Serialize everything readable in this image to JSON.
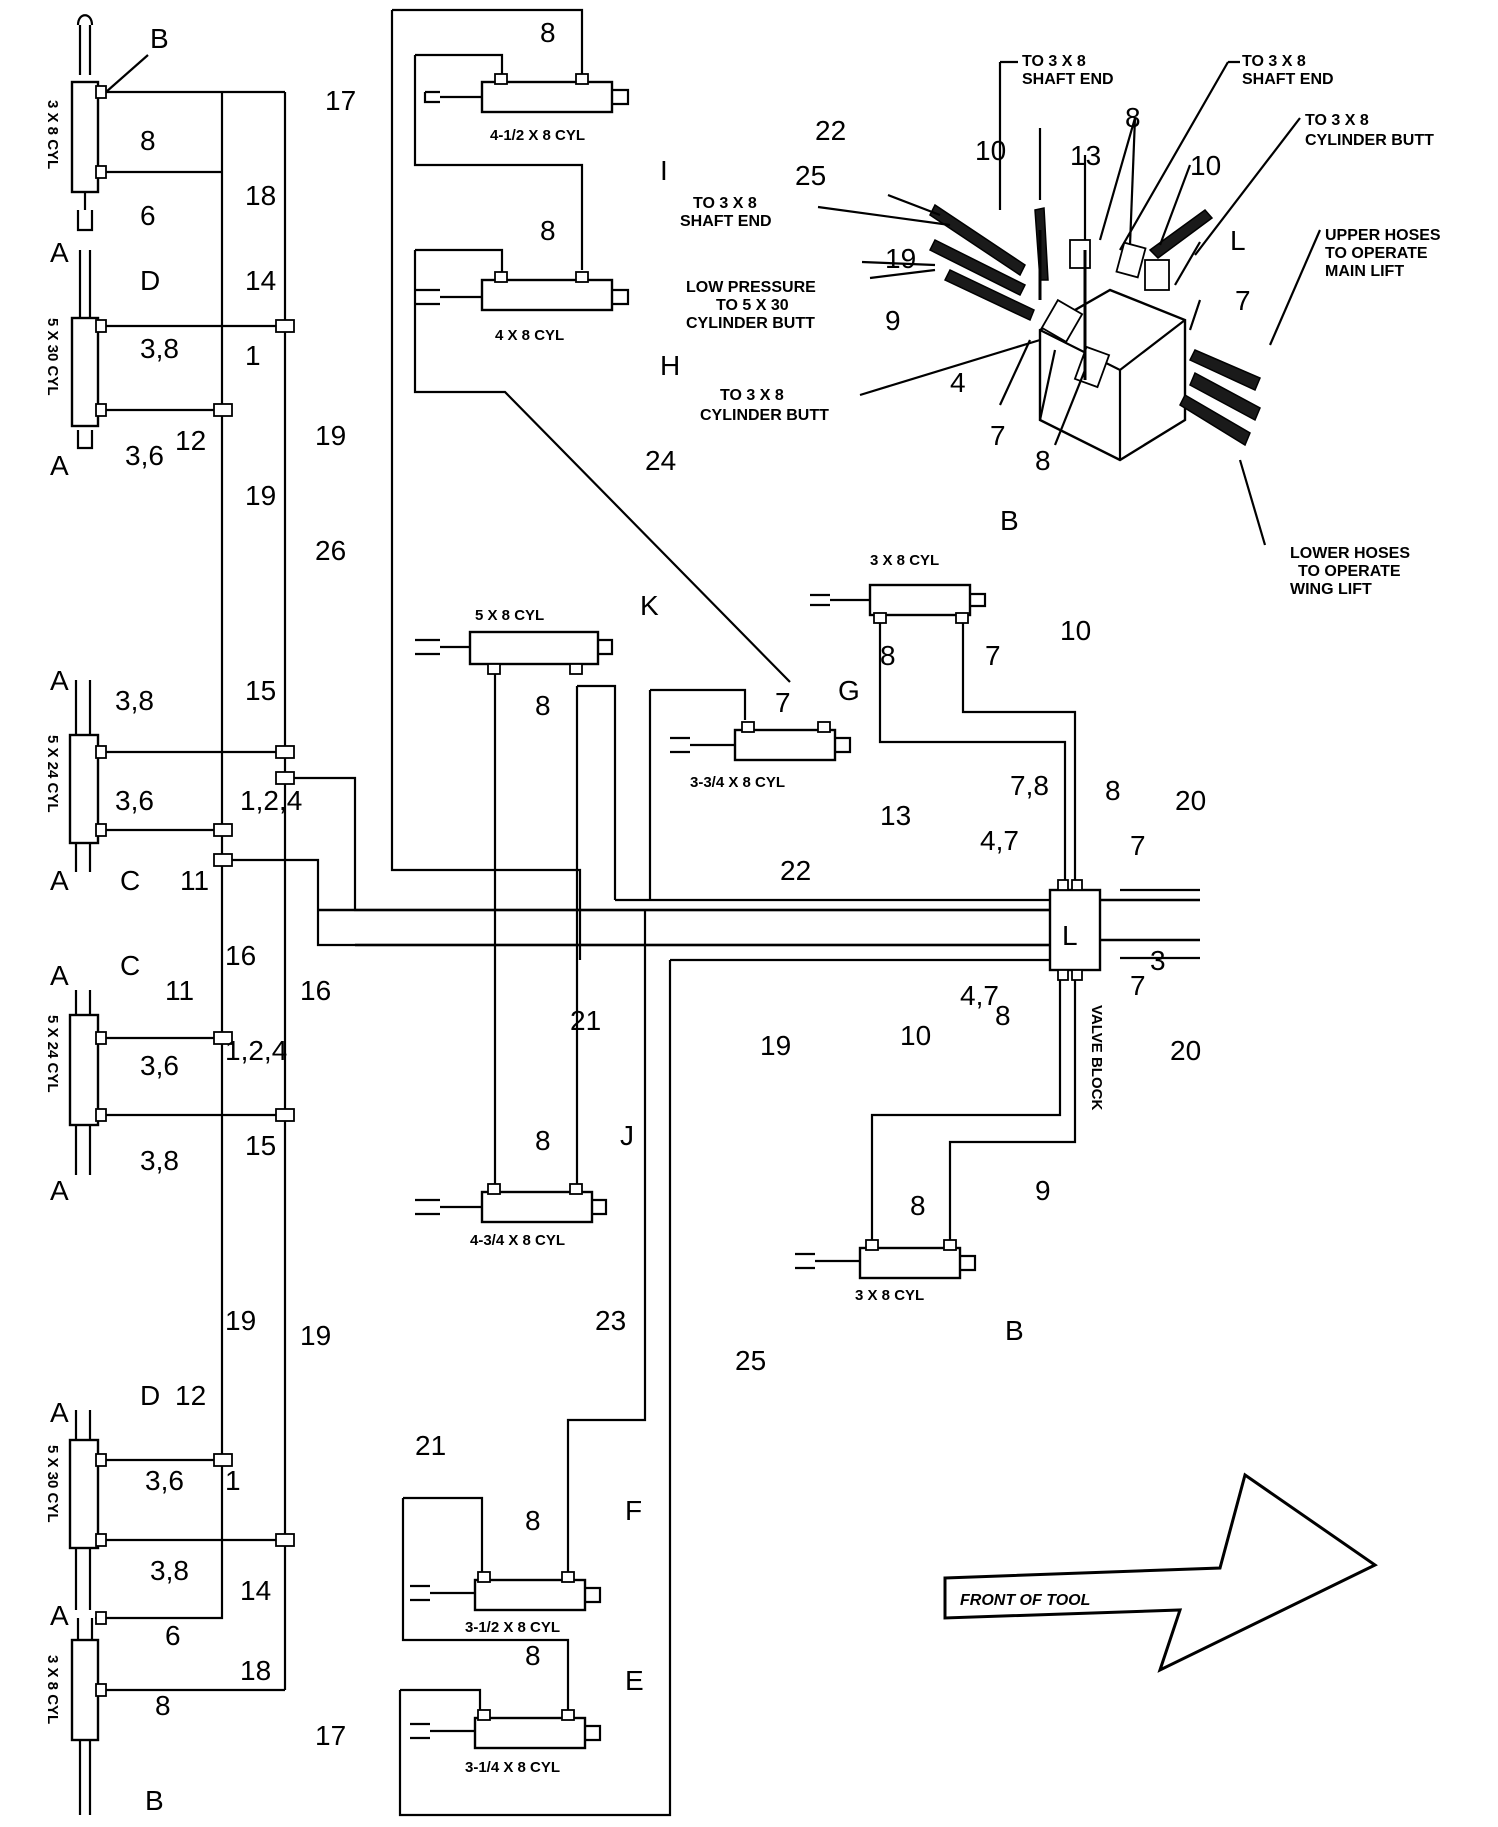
{
  "cylinders": {
    "c1": "4-1/2 X 8 CYL",
    "c2": "4 X 8 CYL",
    "c3": "5 X 8 CYL",
    "c4": "3-3/4 X 8 CYL",
    "c5": "3 X 8 CYL",
    "c6": "4-3/4 X 8 CYL",
    "c7": "3 X 8 CYL",
    "c8": "3-1/2 X 8 CYL",
    "c9": "3-1/4 X 8 CYL",
    "l1": "3 X 8 CYL",
    "l2": "5 X 30 CYL",
    "l3": "5 X 24 CYL",
    "l4": "5 X 24 CYL",
    "l5": "5 X 30 CYL",
    "l6": "3 X 8 CYL"
  },
  "letters": {
    "B": "B",
    "A": "A",
    "D": "D",
    "C": "C",
    "I": "I",
    "H": "H",
    "K": "K",
    "G": "G",
    "J": "J",
    "F": "F",
    "E": "E",
    "L": "L"
  },
  "numbers": {
    "n1": "1",
    "n2": "3",
    "n3": "4",
    "n4": "6",
    "n5": "7",
    "n6": "8",
    "n7": "9",
    "n8": "10",
    "n9": "11",
    "n10": "12",
    "n11": "13",
    "n12": "14",
    "n13": "15",
    "n14": "16",
    "n15": "17",
    "n16": "18",
    "n17": "19",
    "n18": "20",
    "n19": "21",
    "n20": "22",
    "n21": "23",
    "n22": "24",
    "n23": "25",
    "n24": "26",
    "c36": "3,6",
    "c38": "3,8",
    "c124": "1,2,4",
    "c47": "4,7",
    "c78": "7,8"
  },
  "callouts": {
    "shaft_end_1": [
      "TO 3 X 8",
      "SHAFT END"
    ],
    "shaft_end_2": [
      "TO 3 X 8",
      "SHAFT END"
    ],
    "cyl_butt_1": [
      "TO 3 X 8",
      "CYLINDER BUTT"
    ],
    "upper_hoses": [
      "UPPER HOSES",
      "TO OPERATE",
      "MAIN LIFT"
    ],
    "shaft_end_3": [
      "TO 3 X 8",
      "SHAFT END"
    ],
    "low_pressure": [
      "LOW PRESSURE",
      "TO 5 X 30",
      "CYLINDER BUTT"
    ],
    "cyl_butt_2": [
      "TO 3 X 8",
      "CYLINDER BUTT"
    ],
    "lower_hoses": [
      "LOWER HOSES",
      "TO OPERATE",
      "WING LIFT"
    ]
  },
  "valve_block": "VALVE BLOCK",
  "front_of_tool": "FRONT OF TOOL"
}
